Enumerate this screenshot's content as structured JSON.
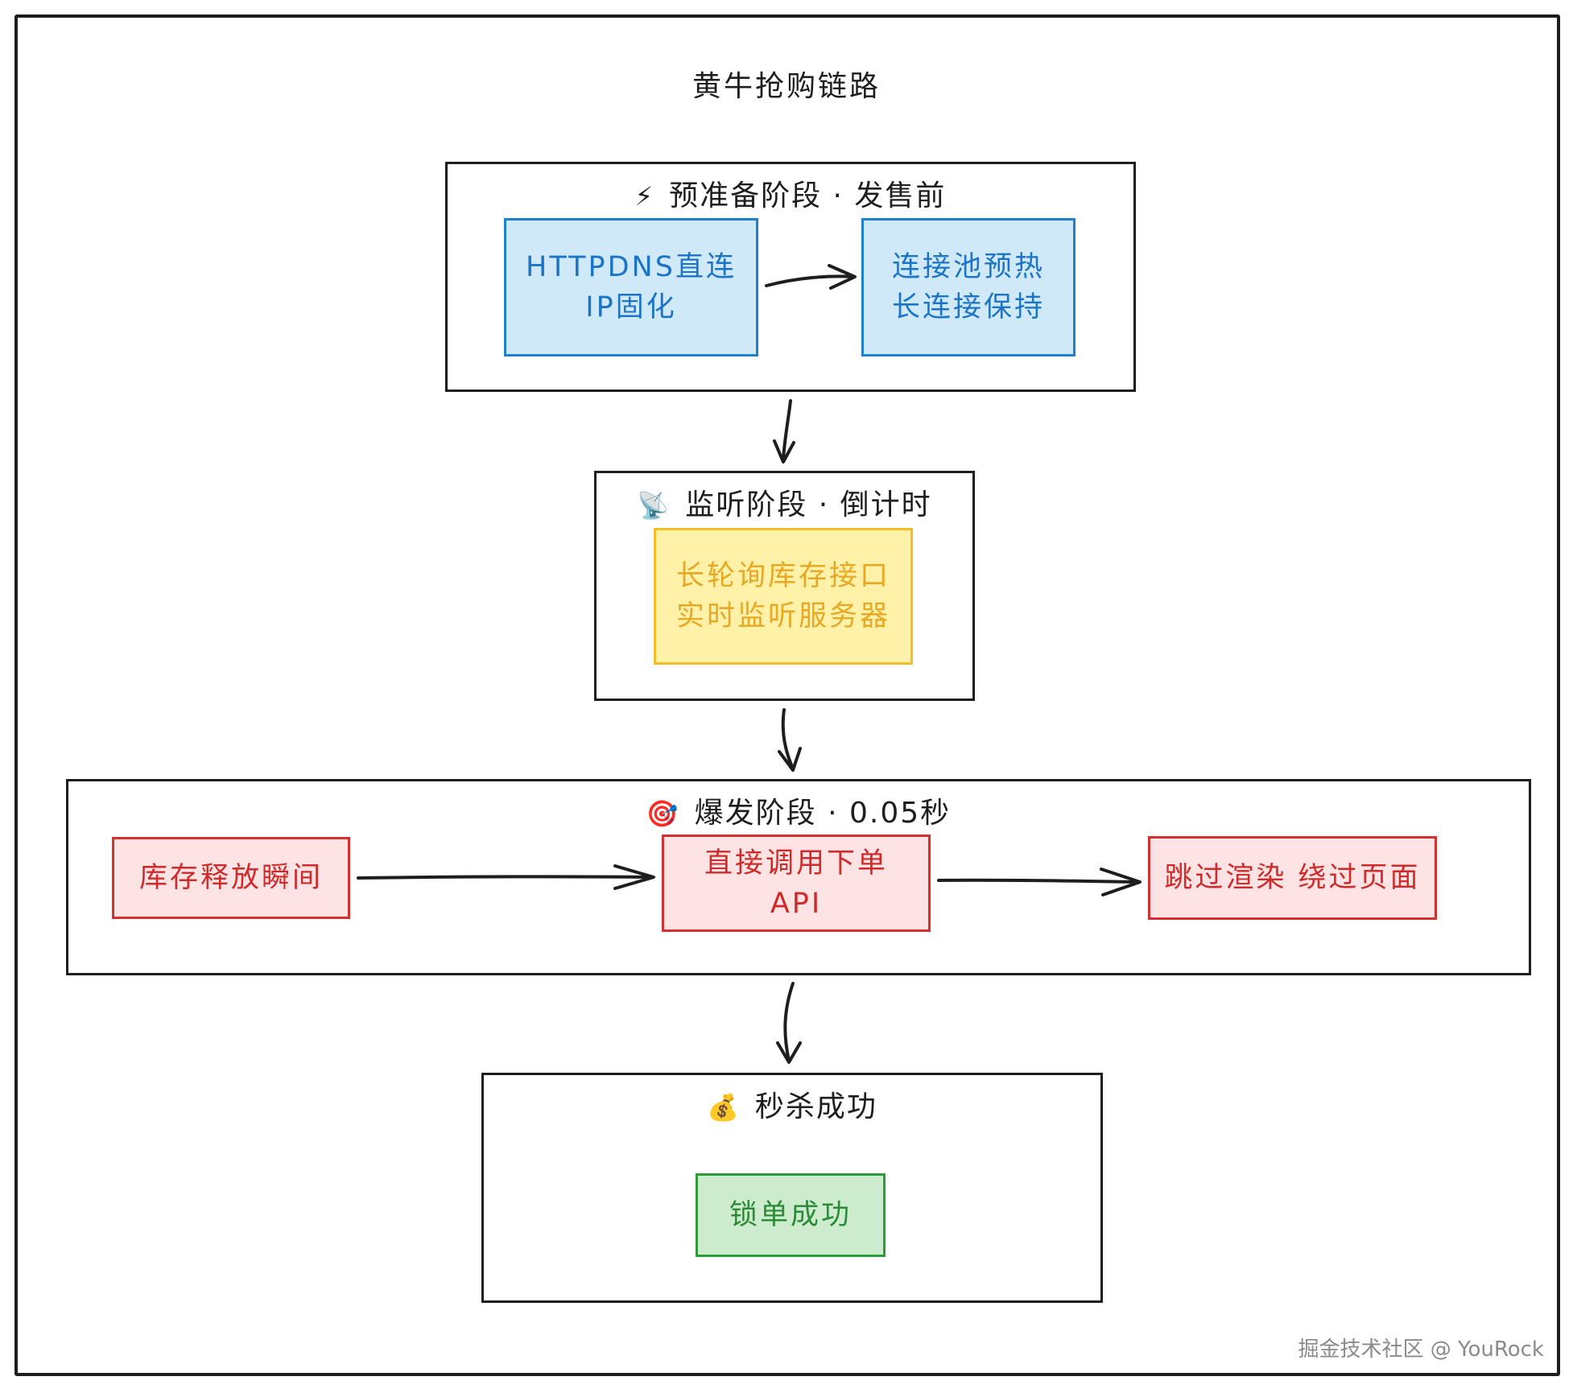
{
  "title": "黄牛抢购链路",
  "stages": [
    {
      "emoji": "⚡",
      "label": "预准备阶段 · 发售前",
      "nodes": [
        {
          "lines": [
            "HTTPDNS直连",
            "IP固化"
          ]
        },
        {
          "lines": [
            "连接池预热",
            "长连接保持"
          ]
        }
      ]
    },
    {
      "emoji": "📡",
      "label": "监听阶段 · 倒计时",
      "nodes": [
        {
          "lines": [
            "长轮询库存接口",
            "实时监听服务器"
          ]
        }
      ]
    },
    {
      "emoji": "🎯",
      "label": "爆发阶段 · 0.05秒",
      "nodes": [
        {
          "lines": [
            "库存释放瞬间"
          ]
        },
        {
          "lines": [
            "直接调用下单",
            "API"
          ]
        },
        {
          "lines": [
            "跳过渲染 绕过页面"
          ]
        }
      ]
    },
    {
      "emoji": "💰",
      "label": "秒杀成功",
      "nodes": [
        {
          "lines": [
            "锁单成功"
          ]
        }
      ]
    }
  ],
  "colors": {
    "blue_fill": "#cfe9f9",
    "blue_stroke": "#1e80d0",
    "yellow_fill": "#fff2a8",
    "yellow_stroke": "#f2bd26",
    "red_fill": "#fde3e3",
    "red_stroke": "#d62f2f",
    "green_fill": "#cdeccd",
    "green_stroke": "#2e9a3a"
  },
  "watermark": "掘金技术社区 @ YouRock"
}
